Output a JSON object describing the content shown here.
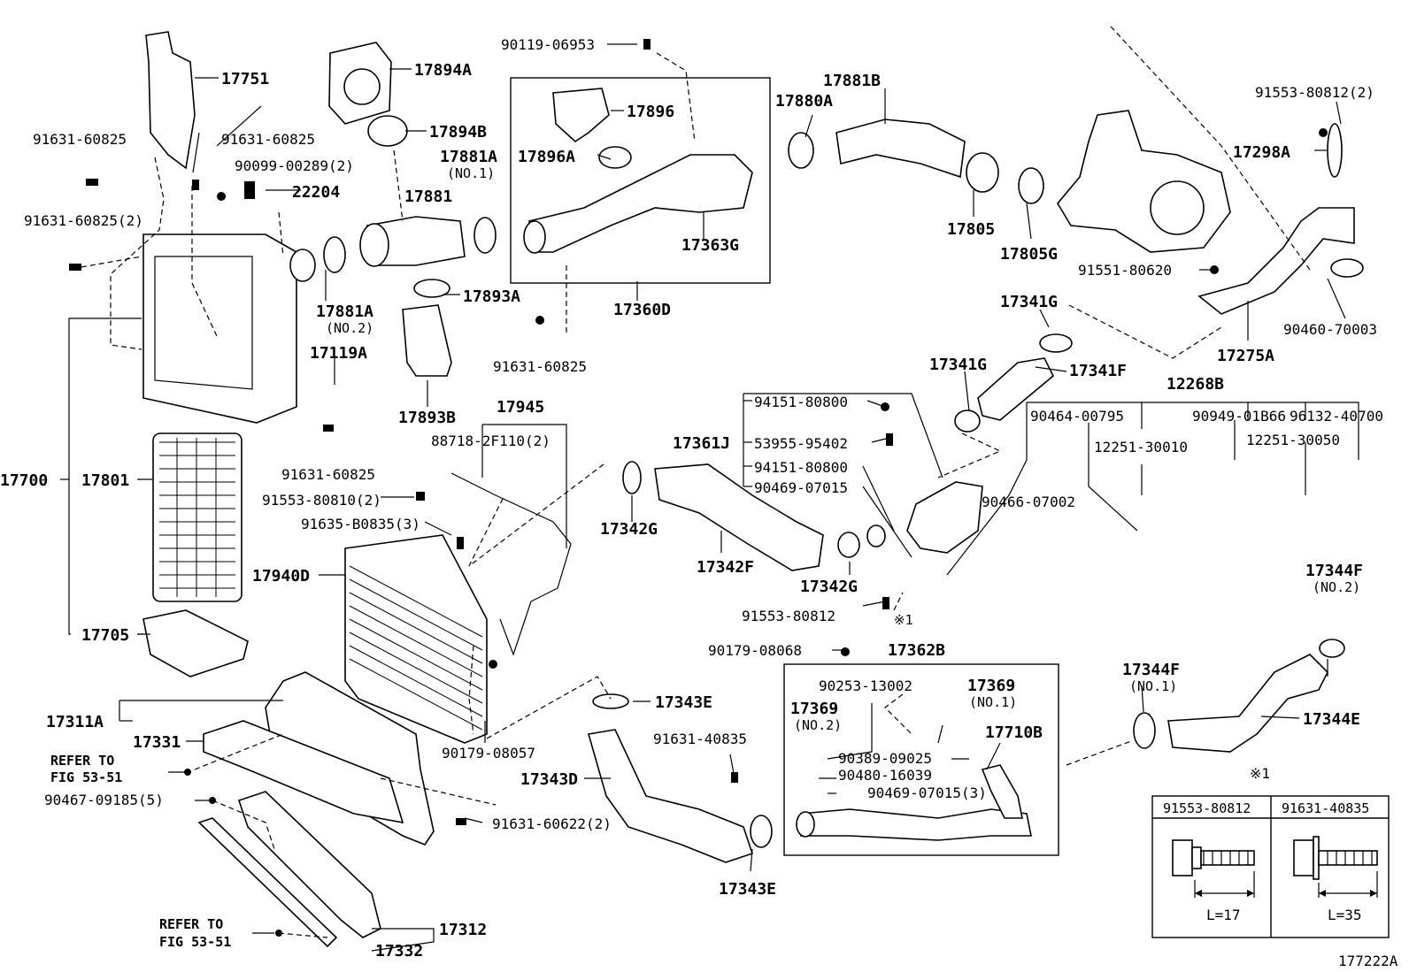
{
  "diagram_id": "177222A",
  "labels": {
    "p17751": "17751",
    "p17894A": "17894A",
    "p17894B": "17894B",
    "b90119": "90119-06953",
    "p17896": "17896",
    "p17896A": "17896A",
    "p17881B": "17881B",
    "p17880A": "17880A",
    "b91553_80812_2": "91553-80812(2)",
    "p17298A": "17298A",
    "b91631_60825_a": "91631-60825",
    "b91631_60825_b": "91631-60825",
    "b90099": "90099-00289(2)",
    "p22204": "22204",
    "p17881A_no1": "17881A",
    "no1_a": "(NO.1)",
    "p17881": "17881",
    "p17363G": "17363G",
    "p17805": "17805",
    "p17805G": "17805G",
    "b91551": "91551-80620",
    "b91631_60825_2": "91631-60825(2)",
    "p17881A_no2": "17881A",
    "no2_a": "(NO.2)",
    "p17893A": "17893A",
    "p17360D": "17360D",
    "p17341G_a": "17341G",
    "b90460": "90460-70003",
    "p17275A": "17275A",
    "p17119A": "17119A",
    "b91631_60825_c": "91631-60825",
    "p17341G_b": "17341G",
    "p17341F": "17341F",
    "p12268B": "12268B",
    "b94151_a": "94151-80800",
    "p17893B": "17893B",
    "p17945": "17945",
    "b90464": "90464-00795",
    "b90949": "90949-01B66",
    "b96132": "96132-40700",
    "b88718": "88718-2F110(2)",
    "p17361J": "17361J",
    "b53955": "53955-95402",
    "b12251_a": "12251-30010",
    "b12251_b": "12251-30050",
    "b91631_60825_d": "91631-60825",
    "b94151_b": "94151-80800",
    "b90469_a": "90469-07015",
    "b90466": "90466-07002",
    "p17700": "17700",
    "p17801": "17801",
    "b91553_80810": "91553-80810(2)",
    "b91635": "91635-B0835(3)",
    "p17342G_a": "17342G",
    "p17940D": "17940D",
    "p17342F": "17342F",
    "p17342G_b": "17342G",
    "p17344F_no2": "17344F",
    "no2_b": "(NO.2)",
    "b91553_80812": "91553-80812",
    "mark1": "※1",
    "p17705": "17705",
    "b90179_08068": "90179-08068",
    "p17362B": "17362B",
    "b90253": "90253-13002",
    "p17369_no1": "17369",
    "no1_b": "(NO.1)",
    "p17369_no2": "17369",
    "no2_c": "(NO.2)",
    "p17344F_no1": "17344F",
    "no1_c": "(NO.1)",
    "p17343E_a": "17343E",
    "p17311A": "17311A",
    "p17331": "17331",
    "p17710B": "17710B",
    "b90389": "90389-09025",
    "p17344E": "17344E",
    "b91631_40835": "91631-40835",
    "refer1": "REFER TO",
    "fig1": "FIG 53-51",
    "b90480": "90480-16039",
    "b90179_08057": "90179-08057",
    "p17343D": "17343D",
    "b90467": "90467-09185(5)",
    "b90469_b": "90469-07015(3)",
    "b91631_60622": "91631-60622(2)",
    "p17343E_b": "17343E",
    "refer2": "REFER TO",
    "fig2": "FIG 53-51",
    "p17312": "17312",
    "p17332": "17332"
  },
  "legend": {
    "mark": "※1",
    "col1_part": "91553-80812",
    "col2_part": "91631-40835",
    "col1_len": "L=17",
    "col2_len": "L=35"
  }
}
